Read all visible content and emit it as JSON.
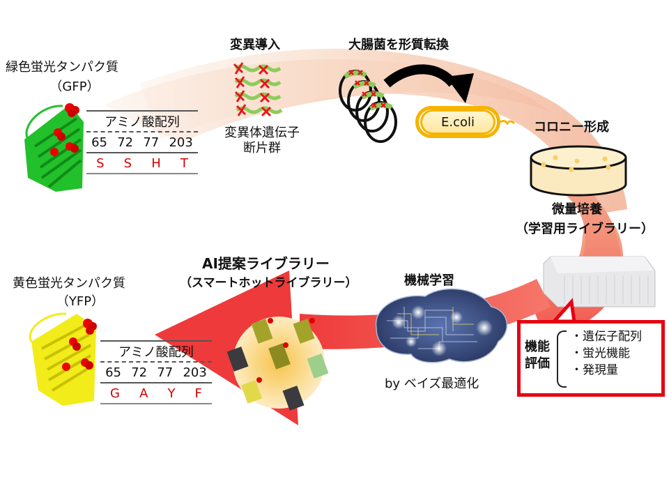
{
  "diagram": {
    "gfp": {
      "title": "緑色蛍光タンパク質",
      "abbr": "（GFP）",
      "table_header": "アミノ酸配列",
      "positions": [
        "65",
        "72",
        "77",
        "203"
      ],
      "residues": [
        "S",
        "S",
        "H",
        "T"
      ],
      "protein_color": "#22c02a"
    },
    "yfp": {
      "title": "黄色蛍光タンパク質",
      "abbr": "（YFP）",
      "table_header": "アミノ酸配列",
      "positions": [
        "65",
        "72",
        "77",
        "203"
      ],
      "residues": [
        "G",
        "A",
        "Y",
        "F"
      ],
      "protein_color": "#f2ec1a"
    },
    "steps": {
      "mutagenesis": {
        "title": "変異導入",
        "caption_line1": "変異体遺伝子",
        "caption_line2": "断片群"
      },
      "transformation": {
        "title": "大腸菌を形質転換",
        "cell_label": "E.coli"
      },
      "colony": {
        "title": "コロニー形成"
      },
      "culture": {
        "title": "微量培養",
        "subtitle": "（学習用ライブラリー）"
      },
      "evaluation": {
        "title_line1": "機能",
        "title_line2": "評価",
        "items": [
          "・遺伝子配列",
          "・蛍光機能",
          "・発現量"
        ]
      },
      "ml": {
        "title": "機械学習",
        "caption": "by ベイズ最適化"
      },
      "ai_library": {
        "title": "AI提案ライブラリー",
        "subtitle": "（スマートホットライブラリー）"
      }
    },
    "colors": {
      "arc_light": "#f7d9c6",
      "arc_dark": "#f2605a",
      "arrow_red": "#ee3a3a",
      "mutation_mark": "#e8161b",
      "dna_strand": "#8ccc5a",
      "ecoli_border": "#f5b400",
      "eval_border": "#e60012"
    }
  }
}
